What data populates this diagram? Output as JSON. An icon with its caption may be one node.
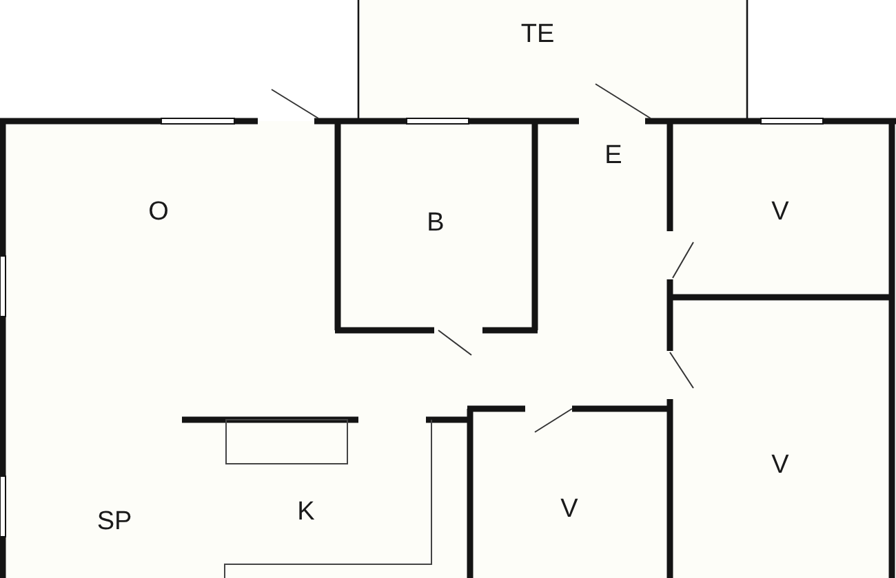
{
  "diagram": {
    "labels": [
      "TE",
      "E",
      "O",
      "B",
      "V",
      "V",
      "K",
      "SP",
      "V"
    ]
  }
}
